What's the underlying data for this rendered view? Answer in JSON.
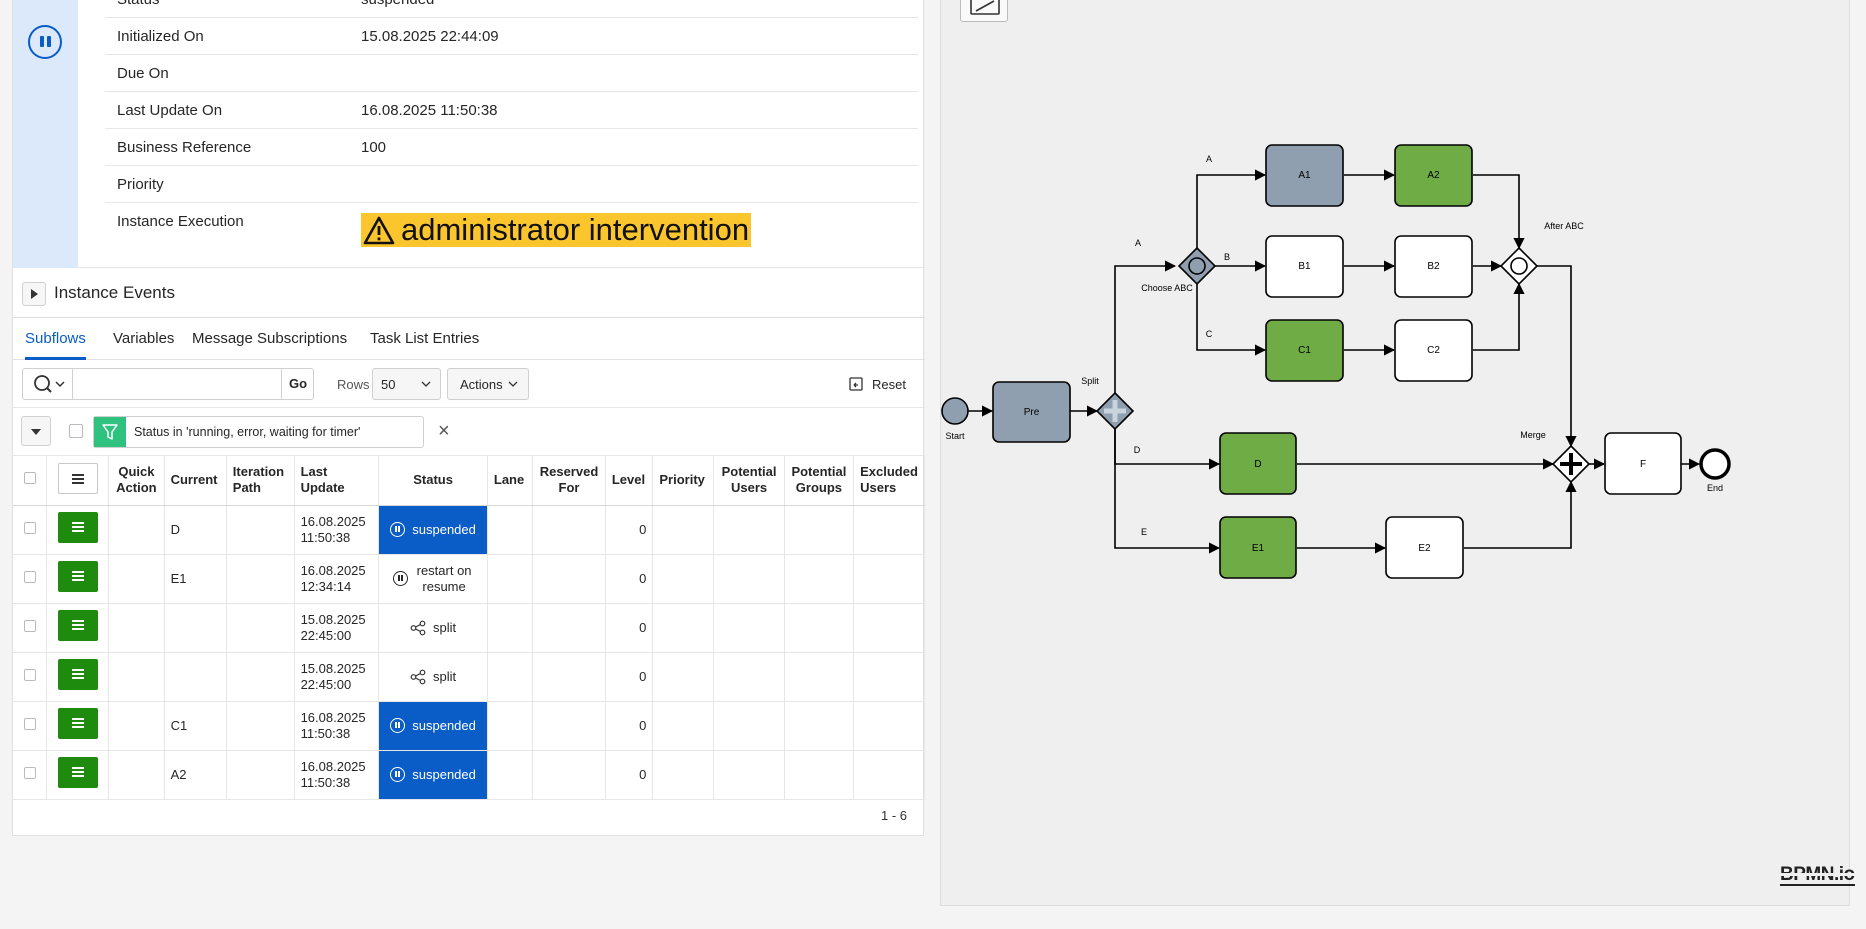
{
  "instance": {
    "status_label": "Status",
    "status_value": "suspended",
    "initialized_label": "Initialized On",
    "initialized_value": "15.08.2025 22:44:09",
    "due_label": "Due On",
    "due_value": "",
    "last_update_label": "Last Update On",
    "last_update_value": "16.08.2025 11:50:38",
    "business_ref_label": "Business Reference",
    "business_ref_value": "100",
    "priority_label": "Priority",
    "priority_value": "",
    "execution_label": "Instance Execution",
    "execution_value": "administrator intervention",
    "state_icon": "pause-circle-icon"
  },
  "events": {
    "title": "Instance Events"
  },
  "tabs": [
    {
      "label": "Subflows",
      "active": true
    },
    {
      "label": "Variables",
      "active": false
    },
    {
      "label": "Message Subscriptions",
      "active": false
    },
    {
      "label": "Task List Entries",
      "active": false
    }
  ],
  "toolbar": {
    "search_placeholder": "",
    "go_label": "Go",
    "rows_label": "Rows",
    "rows_value": "50",
    "actions_label": "Actions",
    "reset_label": "Reset"
  },
  "filter": {
    "text": "Status in 'running, error, waiting for timer'"
  },
  "table": {
    "columns": [
      "Quick Action",
      "Current",
      "Iteration Path",
      "Last Update",
      "Status",
      "Lane",
      "Reserved For",
      "Level",
      "Priority",
      "Potential Users",
      "Potential Groups",
      "Excluded Users"
    ],
    "rows": [
      {
        "current": "D",
        "iteration": "",
        "date": "16.08.2025",
        "time": "11:50:38",
        "status": "suspended",
        "status_icon": "pause-circle-icon",
        "level": "0"
      },
      {
        "current": "E1",
        "iteration": "",
        "date": "16.08.2025",
        "time": "12:34:14",
        "status": "restart on resume",
        "status_icon": "pause-circle-icon",
        "level": "0"
      },
      {
        "current": "",
        "iteration": "",
        "date": "15.08.2025",
        "time": "22:45:00",
        "status": "split",
        "status_icon": "split-icon",
        "level": "0"
      },
      {
        "current": "",
        "iteration": "",
        "date": "15.08.2025",
        "time": "22:45:00",
        "status": "split",
        "status_icon": "split-icon",
        "level": "0"
      },
      {
        "current": "C1",
        "iteration": "",
        "date": "16.08.2025",
        "time": "11:50:38",
        "status": "suspended",
        "status_icon": "pause-circle-icon",
        "level": "0"
      },
      {
        "current": "A2",
        "iteration": "",
        "date": "16.08.2025",
        "time": "11:50:38",
        "status": "suspended",
        "status_icon": "pause-circle-icon",
        "level": "0"
      }
    ],
    "pagination": "1 - 6"
  },
  "diagram": {
    "labels": {
      "start": "Start",
      "pre": "Pre",
      "split": "Split",
      "choose": "Choose ABC",
      "flow_a_outer": "A",
      "flow_a": "A",
      "flow_b": "B",
      "flow_c": "C",
      "flow_d": "D",
      "flow_e": "E",
      "a1": "A1",
      "a2": "A2",
      "b1": "B1",
      "b2": "B2",
      "c1": "C1",
      "c2": "C2",
      "after": "After ABC",
      "d": "D",
      "e1": "E1",
      "e2": "E2",
      "merge": "Merge",
      "f": "F",
      "end": "End"
    },
    "logo": "BPMN.io"
  },
  "colors": {
    "accent": "#0a5cc7",
    "completed_fill": "#6fac46",
    "active_fill": "#8f9faf",
    "warning": "#fbc52e",
    "menu_green": "#1e8a0e",
    "filter_green": "#2ec27e"
  }
}
